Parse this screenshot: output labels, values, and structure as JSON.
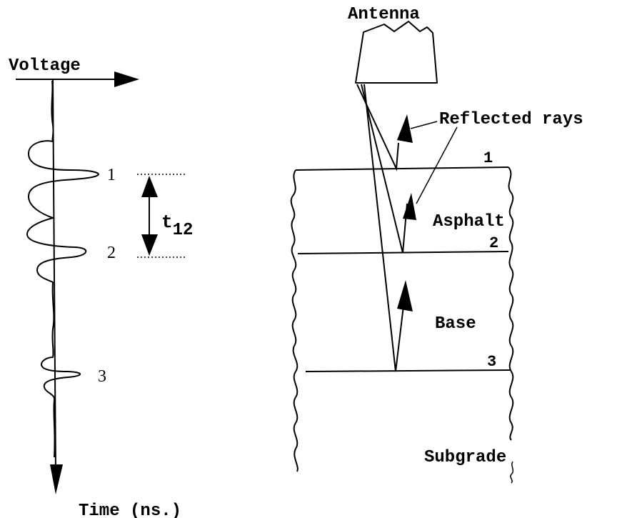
{
  "waveform": {
    "vertical_axis_label": "Voltage",
    "horizontal_axis_label": "Time (ns.)",
    "peak_labels": [
      "1",
      "2",
      "3"
    ],
    "interval_label": {
      "base": "t",
      "subscript": "12"
    }
  },
  "profile": {
    "antenna_label": "Antenna",
    "rays_label": "Reflected rays",
    "interface_labels": [
      "1",
      "2",
      "3"
    ],
    "layer_labels": [
      "Asphalt",
      "Base",
      "Subgrade"
    ]
  }
}
